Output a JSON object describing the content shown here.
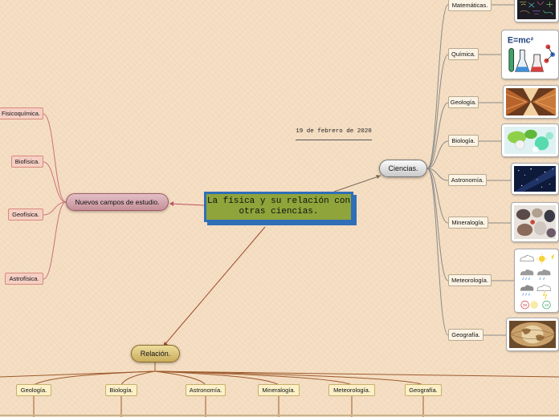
{
  "central_topic": "La física y su relación con otras ciencias.",
  "date": "19 de febrero de 2020",
  "ciencias": {
    "label": "Ciencias.",
    "children": [
      "Matemáticas.",
      "Química.",
      "Geología.",
      "Biología.",
      "Astronomía.",
      "Mineralogía.",
      "Meteorología.",
      "Geografía."
    ]
  },
  "nuevos_campos": {
    "label": "Nuevos campos de estudio.",
    "children": [
      "Fisicoquímica.",
      "Biofísica.",
      "Geofísica.",
      "Astrofísica."
    ]
  },
  "relacion": {
    "label": "Relación.",
    "children": [
      "Geología.",
      "Biología.",
      "Astronomía.",
      "Mineralogía.",
      "Meteorología.",
      "Geografía."
    ]
  },
  "images": {
    "matematicas": "math-formulas-image",
    "quimica": "chemistry-flasks-image",
    "quimica_formula": "E=mc²",
    "geologia": "rock-canyon-image",
    "biologia": "plant-cells-image",
    "astronomia": "night-sky-image",
    "mineralogia": "minerals-collection-image",
    "meteorologia": "weather-icons-image",
    "meteo_temps": [
      "30",
      "10"
    ],
    "geografia": "world-map-image"
  },
  "colors": {
    "background": "#f4dcc0",
    "central_fill": "#8fa43a",
    "central_border": "#2f6fb8",
    "nuevos_fill": "#c58f98",
    "relacion_fill": "#c9ad5c",
    "link_right": "#8a8a8a",
    "link_left": "#c9727a",
    "link_bottom": "#9c5a2c"
  }
}
